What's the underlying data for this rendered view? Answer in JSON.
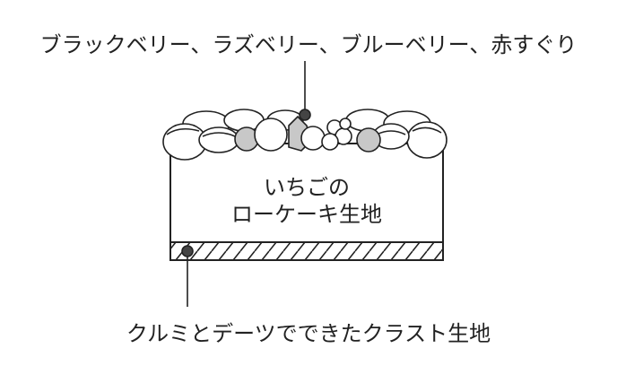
{
  "labels": {
    "topping": "ブラックベリー、ラズベリー、ブルーベリー、赤すぐり",
    "filling_line1": "いちごの",
    "filling_line2": "ローケーキ生地",
    "crust": "クルミとデーツでできたクラスト生地"
  },
  "colors": {
    "stroke": "#222222",
    "berry_gray": "#c8c8c8",
    "berry_dark": "#444444",
    "background": "#ffffff"
  }
}
